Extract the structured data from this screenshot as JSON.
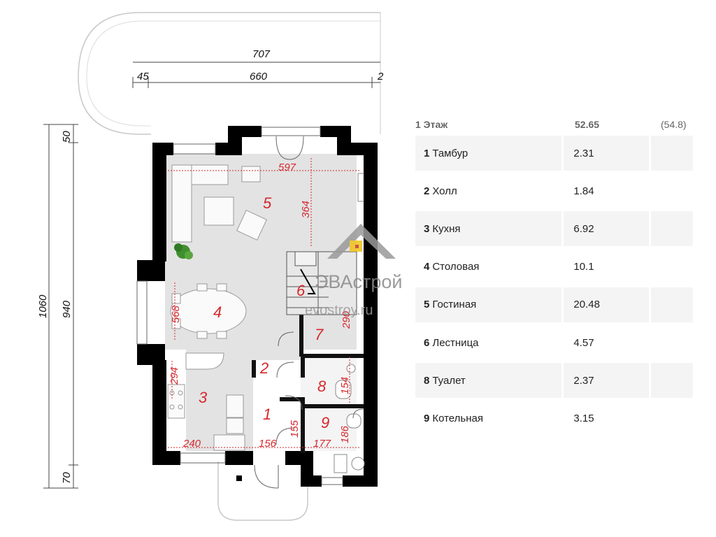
{
  "floor_table": {
    "header": {
      "floor": "1 Этаж",
      "area": "52.65",
      "area_total": "(54.8)"
    },
    "rooms": [
      {
        "num": "1",
        "name": "Тамбур",
        "area": "2.31"
      },
      {
        "num": "2",
        "name": "Холл",
        "area": "1.84"
      },
      {
        "num": "3",
        "name": "Кухня",
        "area": "6.92"
      },
      {
        "num": "4",
        "name": "Столовая",
        "area": "10.1"
      },
      {
        "num": "5",
        "name": "Гостиная",
        "area": "20.48"
      },
      {
        "num": "6",
        "name": "Лестница",
        "area": "4.57"
      },
      {
        "num": "8",
        "name": "Туалет",
        "area": "2.37"
      },
      {
        "num": "9",
        "name": "Котельная",
        "area": "3.15"
      }
    ]
  },
  "plan": {
    "dims_outer": {
      "d707": "707",
      "d45": "45",
      "d660": "660",
      "d2": "2",
      "d1060": "1060",
      "d940": "940",
      "d50": "50",
      "d70": "70"
    },
    "dims_inner": {
      "d597": "597",
      "d364": "364",
      "d568": "568",
      "d294": "294",
      "d240": "240",
      "d156": "156",
      "d155": "155",
      "d177": "177",
      "d186": "186",
      "d154": "154",
      "d290": "290"
    },
    "room_labels": {
      "r1": "1",
      "r2": "2",
      "r3": "3",
      "r4": "4",
      "r5": "5",
      "r6": "6",
      "r7": "7",
      "r8": "8",
      "r9": "9"
    }
  },
  "watermark": {
    "brand": "ЭВАстрой",
    "url": "evostroy.ru"
  }
}
